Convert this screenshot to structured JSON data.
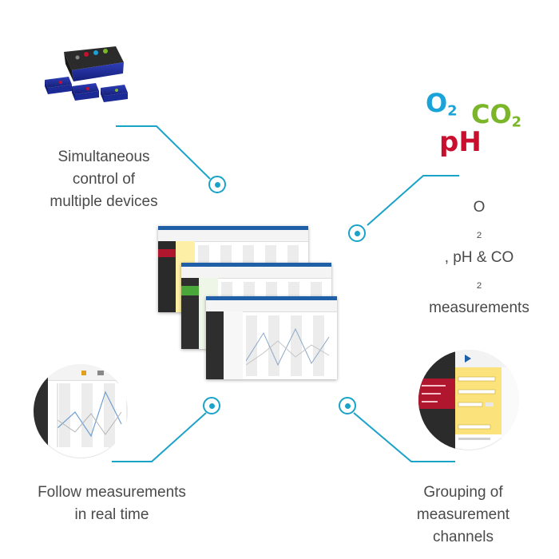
{
  "features": {
    "top_left": {
      "lines": [
        "Simultaneous",
        "control of",
        "multiple devices"
      ],
      "icon": "devices-photo"
    },
    "top_right": {
      "icon": "gas-symbols"
    },
    "center": {
      "icon": "software-screens"
    },
    "bottom_left": {
      "lines": [
        "Follow measurements",
        "in real time"
      ],
      "icon": "realtime-plot-zoom"
    },
    "bottom_right": {
      "lines": [
        "Grouping of",
        "measurement",
        "channels"
      ],
      "icon": "channel-group-zoom"
    }
  },
  "symbols": {
    "o2": {
      "base": "O",
      "sub": "2"
    },
    "co2": {
      "base": "CO",
      "sub": "2"
    },
    "ph": "pH"
  },
  "measure_caption": {
    "o2_base": "O",
    "o2_sub": "2",
    "mid": ", pH & CO",
    "co2_sub": "2",
    "line2": "measurements"
  },
  "colors": {
    "connector": "#1aa3c9",
    "o2": "#1aa3d9",
    "co2": "#7ab52a",
    "ph": "#c8102e",
    "caption_text": "#4a4a4a"
  }
}
